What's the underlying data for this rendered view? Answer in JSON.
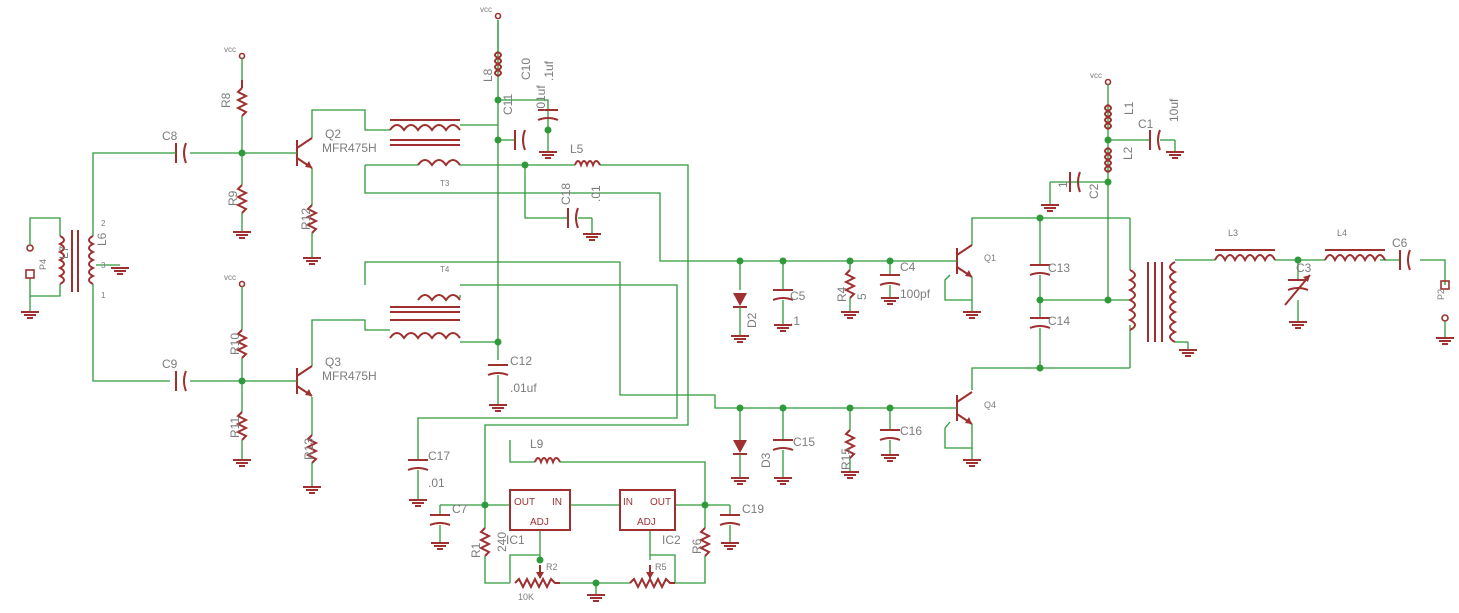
{
  "vcc": "vcc",
  "labels": {
    "L8": "L8",
    "C10": "C10",
    "C10v": ".1uf",
    "C11": "C11",
    "C11v": ".01uf",
    "L5": "L5",
    "C18": "C18",
    "C18v": ".01",
    "Q2": "Q2",
    "Q2t": "MFR475H",
    "Q3": "Q3",
    "Q3t": "MFR475H",
    "R8": "R8",
    "R9": "R9",
    "R10": "R10",
    "R11": "R11",
    "R12": "R12",
    "R13": "R13",
    "C8": "C8",
    "C9": "C9",
    "L7": "L7",
    "L6": "L6",
    "P4": "P4",
    "T3": "T3",
    "T4": "T4",
    "C12": "C12",
    "C12v": ".01uf",
    "C17": "C17",
    "C17v": ".01",
    "L9": "L9",
    "C7": "C7",
    "C19": "C19",
    "IC1": "IC1",
    "IC2": "IC2",
    "R1": "R1",
    "R1v": "240",
    "R6": "R6",
    "R2": "R2",
    "R2v": "10K",
    "R5": "R5",
    "out": "OUT",
    "in": "IN",
    "adj": "ADJ",
    "D2": "D2",
    "C5": "C5",
    "C5v": ".1",
    "R4": "R4",
    "R4v": "5",
    "C4": "C4",
    "C4v": "100pf",
    "Q1": "Q1",
    "D3": "D3",
    "C15": "C15",
    "R15": "R15",
    "C16": "C16",
    "Q4": "Q4",
    "C13": "C13",
    "C14": "C14",
    "L1": "L1",
    "C1": "C1",
    "C1v": "10uf",
    "L2": "L2",
    "C2": "C2",
    "C2v": "1",
    "L3": "L3",
    "L4": "L4",
    "C3": "C3",
    "C6": "C6",
    "P2": "P2",
    "pin1": "1",
    "pin2": "2",
    "pin3": "3"
  },
  "colors": {
    "wire": "#2f9a3a",
    "component": "#9e3030",
    "label": "#7c7c7c"
  }
}
